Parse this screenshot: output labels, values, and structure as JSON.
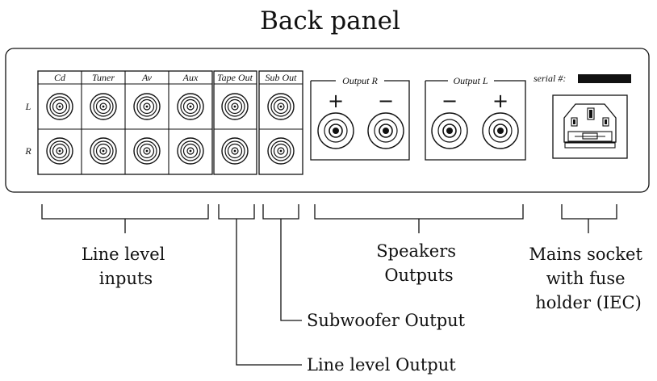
{
  "title": "Back panel",
  "rca": {
    "headers": [
      "Cd",
      "Tuner",
      "Av",
      "Aux",
      "Tape Out",
      "Sub Out"
    ],
    "row_labels": [
      "L",
      "R"
    ]
  },
  "speakers": {
    "right": {
      "label": "Output R",
      "signs": [
        "+",
        "−"
      ]
    },
    "left": {
      "label": "Output L",
      "signs": [
        "−",
        "+"
      ]
    }
  },
  "serial_label": "serial #:",
  "callouts": {
    "line_inputs": [
      "Line level",
      "inputs"
    ],
    "speakers": [
      "Speakers",
      "Outputs"
    ],
    "mains": [
      "Mains socket",
      "with fuse",
      "holder (IEC)"
    ],
    "subwoofer": "Subwoofer Output",
    "line_output": "Line level Output"
  }
}
